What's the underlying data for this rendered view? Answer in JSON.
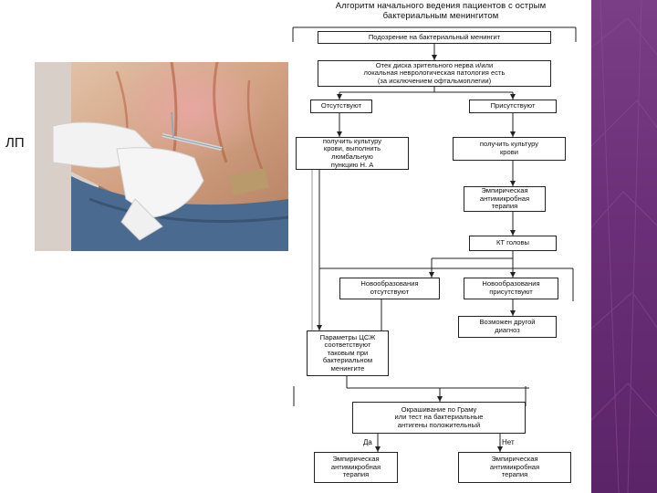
{
  "slide": {
    "side_label": "ЛП"
  },
  "flow": {
    "title": "Алгоритм начального ведения пациентов с острым\nбактериальным менингитом",
    "suspect": "Подозрение на бактериальный менингит",
    "papilledema": "Отек диска зрительного нерва и/или\nлокальная неврологическая патология есть\n(за исключением офтальмоплегии)",
    "absent": "Отсутствуют",
    "present": "Присутствуют",
    "lp_culture": "получить культуру\nкрови, выполнить\nлюмбальную\nпункцию Н. А",
    "culture_only": "получить культуру\nкрови",
    "empiric_ab": "Эмпирическая\nантимикробная\nтерапия",
    "ct_head": "КТ головы",
    "mass_absent": "Новообразования\nотсутствуют",
    "mass_present": "Новообразования\nприсутствуют",
    "other_dx": "Возможен другой\nдиагноз",
    "csf_params": "Параметры ЦСЖ\nсоответствуют\nтаковым при\nбактериальном\nменингите",
    "gram": "Окрашивание по Граму\nили тест на бактериальные\nантигены положительный",
    "yes": "Да",
    "no": "Нет",
    "targeted_ab": "Эмпирическая\nантимикробная\nтерапия",
    "empiric_ab_final": "Эмпирическая\nантимикробная\nтерапия"
  },
  "colors": {
    "sidebar": "#6a2f78",
    "line": "#222222"
  }
}
